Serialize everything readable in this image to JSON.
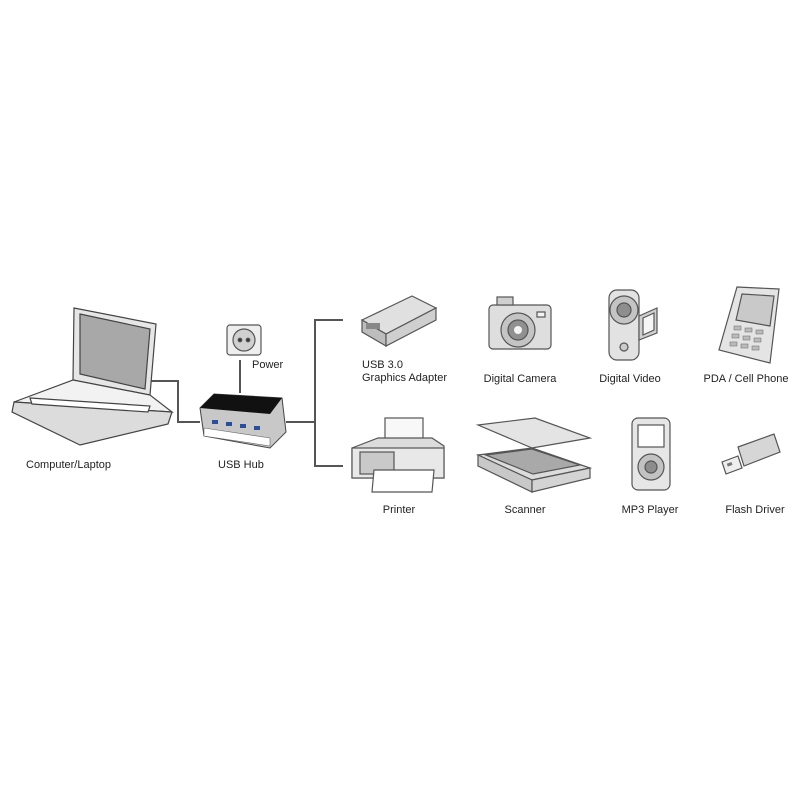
{
  "devices": {
    "computer": "Computer/Laptop",
    "hub": "USB Hub",
    "power": "Power",
    "graphics": "USB 3.0\nGraphics Adapter",
    "camera": "Digital Camera",
    "video": "Digital Video",
    "pda": "PDA / Cell Phone",
    "printer": "Printer",
    "scanner": "Scanner",
    "mp3": "MP3 Player",
    "flash": "Flash Driver"
  }
}
